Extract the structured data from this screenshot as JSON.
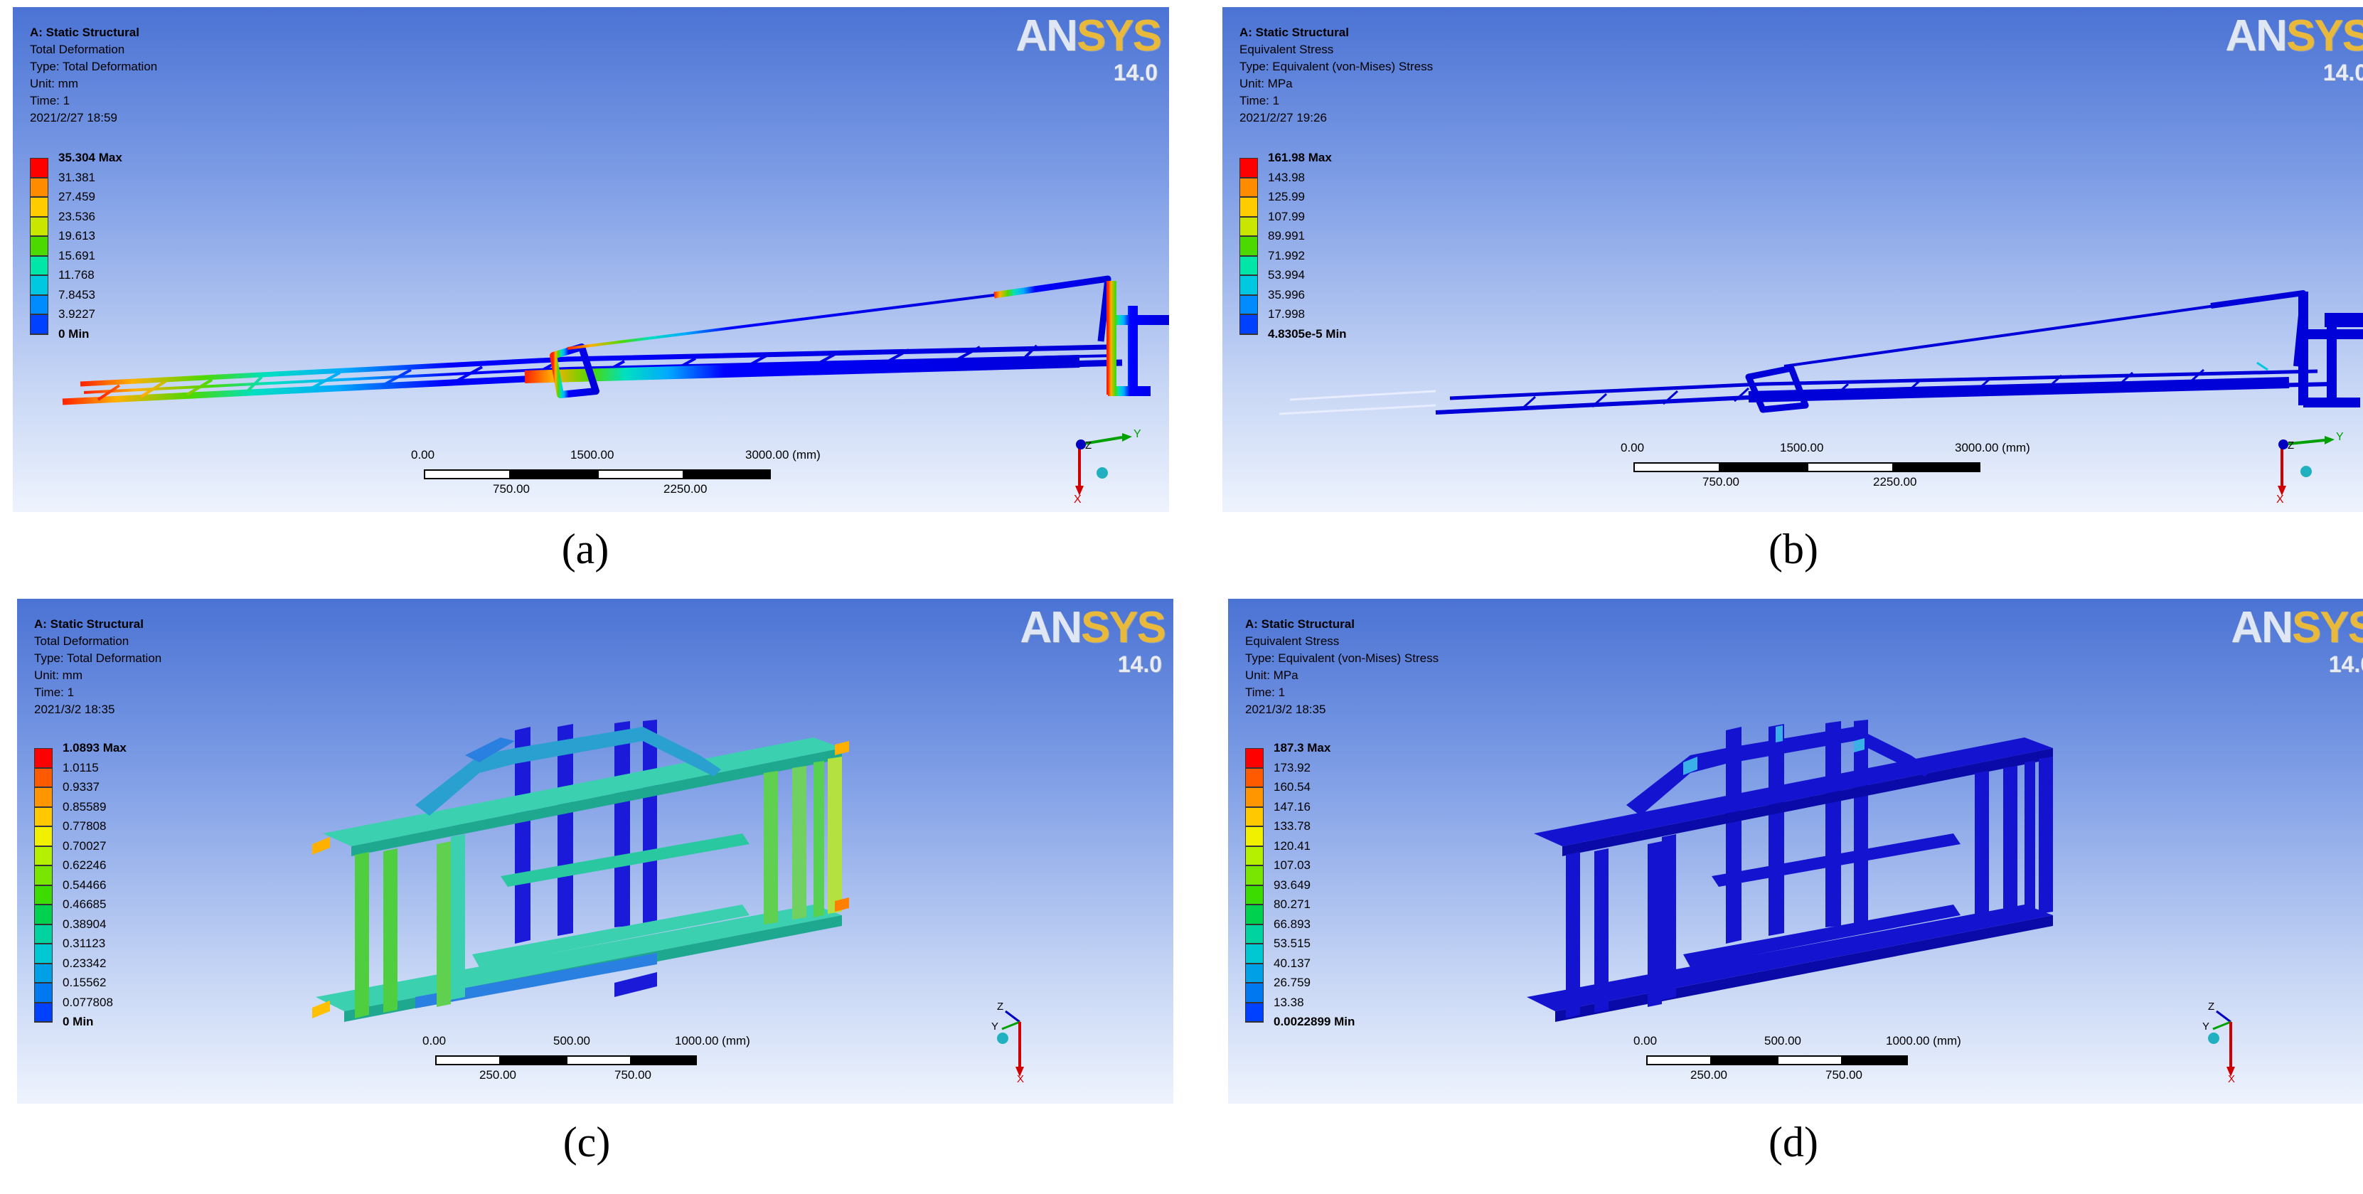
{
  "panels": {
    "a": {
      "title": "A: Static Structural",
      "result": "Total Deformation",
      "type": "Type: Total Deformation",
      "unit": "Unit: mm",
      "time": "Time: 1",
      "date": "2021/2/27 18:59",
      "legend": [
        "35.304 Max",
        "31.381",
        "27.459",
        "23.536",
        "19.613",
        "15.691",
        "11.768",
        "7.8453",
        "3.9227",
        "0 Min"
      ],
      "colors": [
        "#ff0000",
        "#ff8c00",
        "#ffcc00",
        "#c8e600",
        "#4cd900",
        "#00e5a8",
        "#00c8e0",
        "#008cff",
        "#0040ff",
        "#0000ff"
      ],
      "scale_top": [
        "0.00",
        "1500.00",
        "3000.00 (mm)"
      ],
      "scale_bottom": [
        "750.00",
        "2250.00"
      ],
      "caption": "(a)"
    },
    "b": {
      "title": "A: Static Structural",
      "result": "Equivalent Stress",
      "type": "Type: Equivalent (von-Mises) Stress",
      "unit": "Unit: MPa",
      "time": "Time: 1",
      "date": "2021/2/27 19:26",
      "legend": [
        "161.98 Max",
        "143.98",
        "125.99",
        "107.99",
        "89.991",
        "71.992",
        "53.994",
        "35.996",
        "17.998",
        "4.8305e-5 Min"
      ],
      "colors": [
        "#ff0000",
        "#ff8c00",
        "#ffcc00",
        "#c8e600",
        "#4cd900",
        "#00e5a8",
        "#00c8e0",
        "#008cff",
        "#0040ff",
        "#ffffff"
      ],
      "scale_top": [
        "0.00",
        "1500.00",
        "3000.00 (mm)"
      ],
      "scale_bottom": [
        "750.00",
        "2250.00"
      ],
      "caption": "(b)"
    },
    "c": {
      "title": "A: Static Structural",
      "result": "Total Deformation",
      "type": "Type: Total Deformation",
      "unit": "Unit: mm",
      "time": "Time: 1",
      "date": "2021/3/2 18:35",
      "legend": [
        "1.0893 Max",
        "1.0115",
        "0.9337",
        "0.85589",
        "0.77808",
        "0.70027",
        "0.62246",
        "0.54466",
        "0.46685",
        "0.38904",
        "0.31123",
        "0.23342",
        "0.15562",
        "0.077808",
        "0 Min"
      ],
      "colors": [
        "#ff0000",
        "#ff5a00",
        "#ff9600",
        "#ffc800",
        "#f0f000",
        "#b4f000",
        "#78e600",
        "#3cdc00",
        "#00d250",
        "#00d2a0",
        "#00c8d2",
        "#00a0e6",
        "#0078f0",
        "#0040ff",
        "#0000ff"
      ],
      "scale_top": [
        "0.00",
        "500.00",
        "1000.00 (mm)"
      ],
      "scale_bottom": [
        "250.00",
        "750.00"
      ],
      "caption": "(c)"
    },
    "d": {
      "title": "A: Static Structural",
      "result": "Equivalent Stress",
      "type": "Type: Equivalent (von-Mises) Stress",
      "unit": "Unit: MPa",
      "time": "Time: 1",
      "date": "2021/3/2 18:35",
      "legend": [
        "187.3 Max",
        "173.92",
        "160.54",
        "147.16",
        "133.78",
        "120.41",
        "107.03",
        "93.649",
        "80.271",
        "66.893",
        "53.515",
        "40.137",
        "26.759",
        "13.38",
        "0.0022899 Min"
      ],
      "colors": [
        "#ff0000",
        "#ff5a00",
        "#ff9600",
        "#ffc800",
        "#f0f000",
        "#b4f000",
        "#78e600",
        "#3cdc00",
        "#00d250",
        "#00d2a0",
        "#00c8d2",
        "#00a0e6",
        "#0078f0",
        "#0040ff",
        "#0000ff"
      ],
      "scale_top": [
        "0.00",
        "500.00",
        "1000.00 (mm)"
      ],
      "scale_bottom": [
        "250.00",
        "750.00"
      ],
      "caption": "(d)"
    }
  },
  "branding": {
    "logo_an": "AN",
    "logo_sys": "SYS",
    "version": "14.0"
  },
  "axes": {
    "y": "Y",
    "z": "Z",
    "x": "X"
  }
}
